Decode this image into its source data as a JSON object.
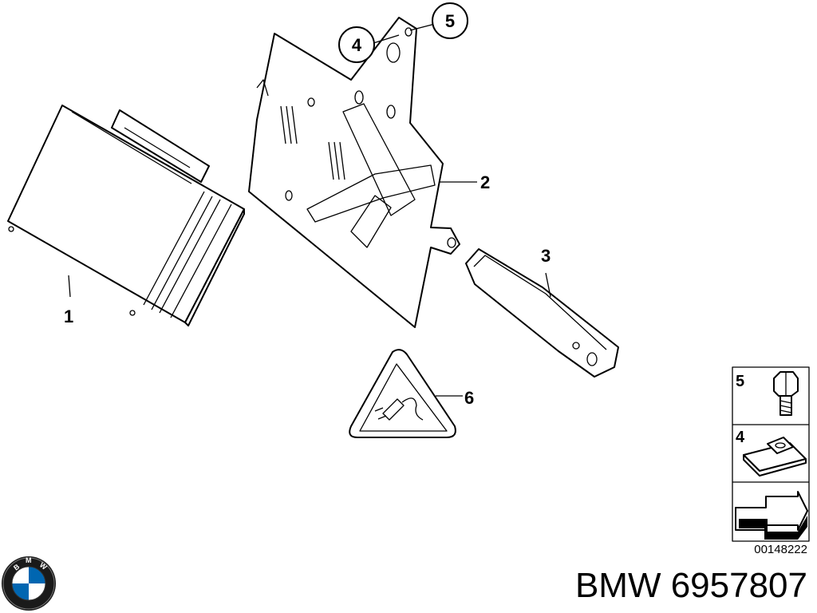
{
  "callouts": [
    {
      "label": "1"
    },
    {
      "label": "2"
    },
    {
      "label": "3"
    },
    {
      "label": "4"
    },
    {
      "label": "5"
    },
    {
      "label": "6"
    }
  ],
  "legend": {
    "items": [
      {
        "label": "5",
        "icon": "hex-bolt-icon"
      },
      {
        "label": "4",
        "icon": "clip-nut-icon"
      },
      {
        "label": "",
        "icon": "arrow-icon"
      }
    ],
    "code": "00148222"
  },
  "brand": {
    "logo_letters": [
      "B",
      "M",
      "W"
    ],
    "title": "BMW 6957807"
  }
}
